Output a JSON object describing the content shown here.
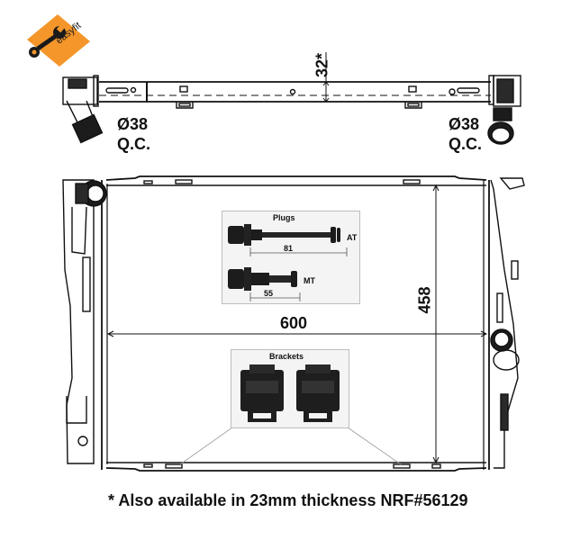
{
  "logo": {
    "text": "easyfit",
    "bg_color": "#f5962a",
    "icon": "wrench-icon"
  },
  "top_view": {
    "thickness_dim": "32*",
    "left_port": {
      "diameter": "Ø38",
      "type": "Q.C."
    },
    "right_port": {
      "diameter": "Ø38",
      "type": "Q.C."
    }
  },
  "front_view": {
    "width_dim": "600",
    "height_dim": "458"
  },
  "plugs_inset": {
    "title": "Plugs",
    "items": [
      {
        "label": "AT",
        "length": "81"
      },
      {
        "label": "MT",
        "length": "55"
      }
    ]
  },
  "brackets_inset": {
    "title": "Brackets",
    "count": 2
  },
  "footnote": "* Also available in 23mm thickness NRF#56129",
  "colors": {
    "line": "#111111",
    "inset_bg": "#f4f4f4",
    "part_dark": "#1c1c1c"
  }
}
